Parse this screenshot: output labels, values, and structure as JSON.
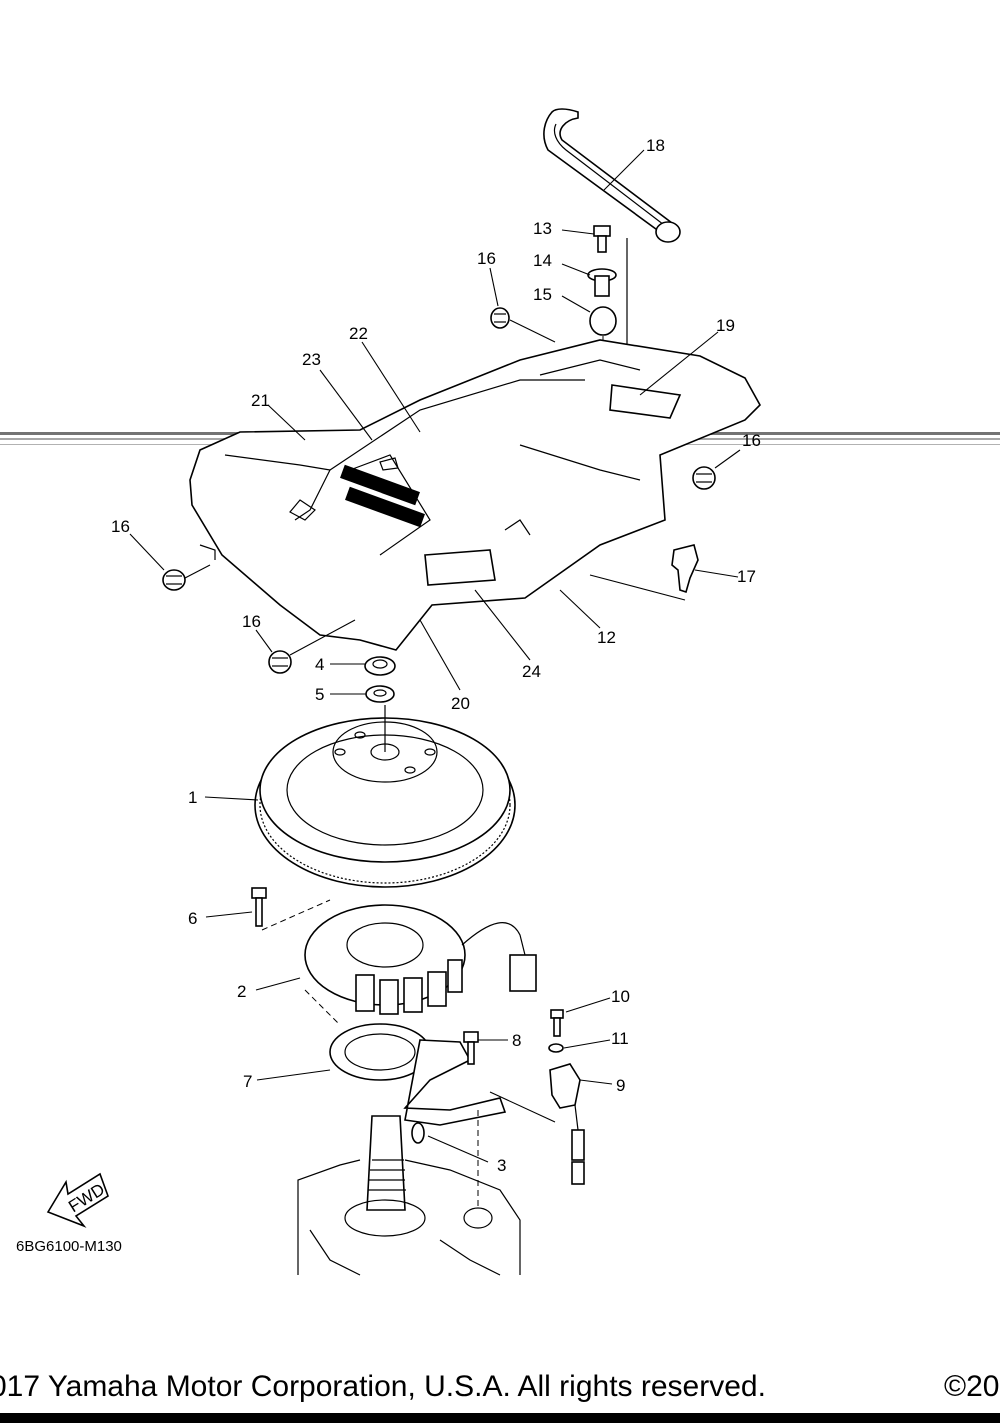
{
  "diagram": {
    "code": "6BG6100-M130",
    "fwd_label": "FWD",
    "callouts": [
      "1",
      "2",
      "3",
      "4",
      "5",
      "6",
      "7",
      "8",
      "9",
      "10",
      "11",
      "12",
      "13",
      "14",
      "15",
      "16",
      "16",
      "16",
      "16",
      "17",
      "18",
      "19",
      "20",
      "21",
      "22",
      "23",
      "24"
    ]
  },
  "footer": {
    "text": "017 Yamaha Motor Corporation, U.S.A. All rights reserved.",
    "copyright_fragment": "©20"
  }
}
